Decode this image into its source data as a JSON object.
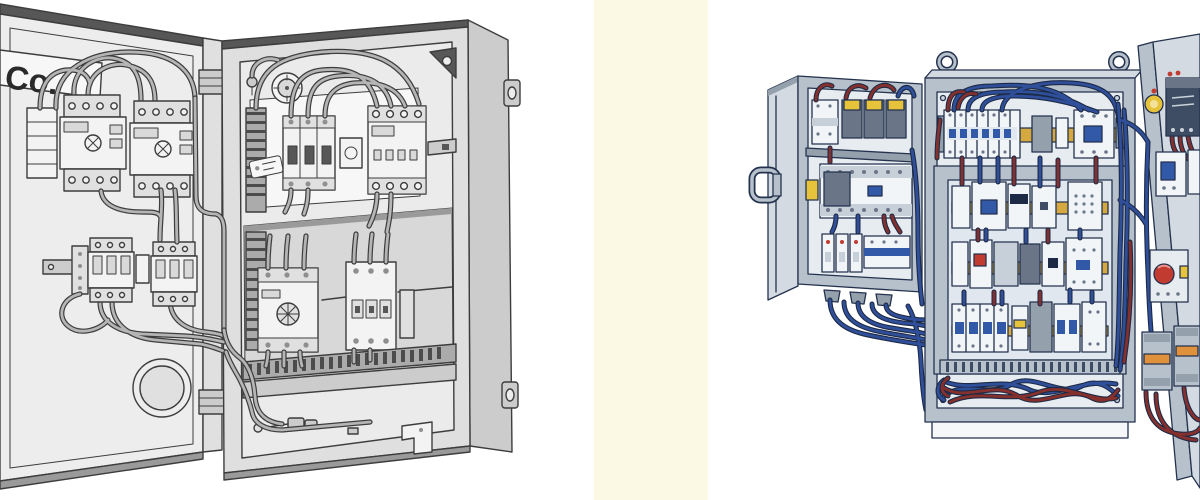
{
  "left_panel": {
    "nameplate_text": "Co.",
    "components": [
      "nameplate",
      "door-contactors",
      "din-rail",
      "mcb-group",
      "contactor",
      "motor-breaker",
      "wiring-duct",
      "grommet-hole",
      "hinges",
      "mounting-tabs"
    ]
  },
  "right_panel": {
    "components": [
      "sub-panel",
      "relays",
      "terminal-blocks",
      "main-cabinet",
      "lifting-eyes",
      "mcb-bank",
      "contactor-rows",
      "din-rails",
      "wire-bundles",
      "door-panel",
      "power-supply",
      "pilot-light",
      "motor-starter",
      "orange-label-contactors"
    ]
  },
  "colors": {
    "divider_cream": "#fbf8e4",
    "mono_outline": "#3d3d3d",
    "mono_text": "#2a2a2a",
    "mono_wire": "#b5b5b5",
    "mono_band": "#575757",
    "mono_band_light": "#9a9a9a",
    "mono_face": "#ededed",
    "mono_face_2": "#e0e0e0",
    "mono_frame": "#dfdfdf",
    "mono_side": "#cccccc",
    "mono_interior": "#ebebeb",
    "mono_plate_light": "#f7f7f7",
    "mono_plate": "#d8d8d8",
    "mono_device": "#f3f3f3",
    "mono_device_shade": "#d9d9d9",
    "mono_duct": "#ababab",
    "mono_duct_dark": "#4c4c4c",
    "color_outline": "#24324e",
    "cabinet_gray": "#b7c1cb",
    "cabinet_gray_dark": "#94a0ac",
    "cabinet_light": "#d3dae1",
    "backplate": "#e7ecf1",
    "inner_plate": "#e1e7ee",
    "device_white": "#f2f5f8",
    "device_shade": "#c7d0d9",
    "relay_gray": "#6a7687",
    "wire_blue": "#2f4f9a",
    "wire_red": "#86302e",
    "rail_yellow": "#d5a93f",
    "accent_yellow": "#e7c33c",
    "accent_navy": "#3e4d63",
    "accent_navy_dark": "#1d2a45",
    "accent_orange": "#e0913c",
    "accent_red": "#c23b31",
    "blue_accent": "#3159a8",
    "plinth_white": "#f5f7f9"
  }
}
